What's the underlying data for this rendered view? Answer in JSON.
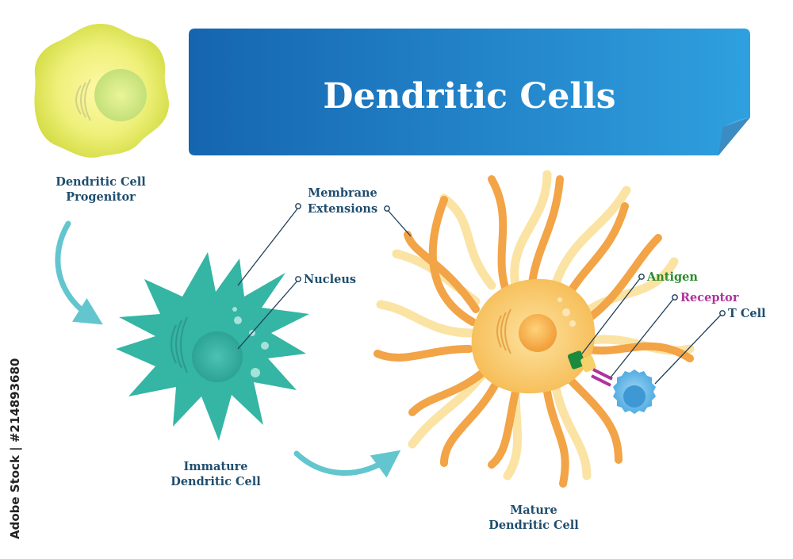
{
  "title": "Dendritic Cells",
  "stock_id": "Adobe Stock | #214893680",
  "labels": {
    "progenitor": [
      "Dendritic Cell",
      "Progenitor"
    ],
    "membrane_extensions": [
      "Membrane",
      "Extensions"
    ],
    "nucleus": "Nucleus",
    "immature": [
      "Immature",
      "Dendritic Cell"
    ],
    "antigen": "Antigen",
    "receptor": "Receptor",
    "t_cell": "T Cell",
    "mature": [
      "Mature",
      "Dendritic Cell"
    ]
  },
  "colors": {
    "banner_dark": "#1565b0",
    "banner_light": "#2fa0df",
    "label_text": "#1f4e6e",
    "antigen_label": "#2e8b2e",
    "receptor_label": "#b0329e",
    "progenitor_cell": "#e6ea6a",
    "immature_cell": "#35b5a4",
    "mature_cell": "#f5c261",
    "mature_extensions": "#f2a446",
    "pale_extensions": "#fbe3a4",
    "t_cell": "#69bde8",
    "arrow": "#63c6cf"
  }
}
